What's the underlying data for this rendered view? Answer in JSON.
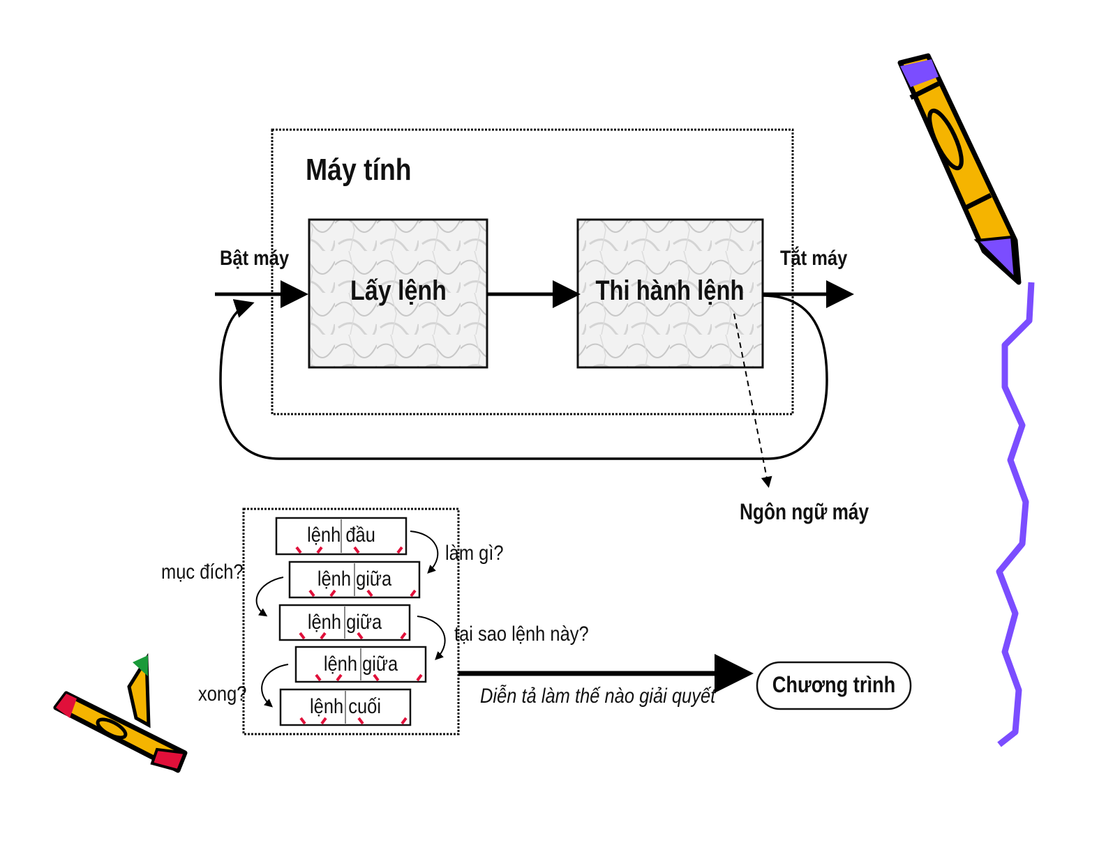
{
  "computer": {
    "title": "Máy tính",
    "fetch": "Lấy lệnh",
    "execute": "Thi hành lệnh",
    "power_on": "Bật máy",
    "power_off": "Tắt máy",
    "machine_language": "Ngôn ngữ máy"
  },
  "program": {
    "instructions": [
      "lệnh đầu",
      "lệnh giữa",
      "lệnh giữa",
      "lệnh giữa",
      "lệnh cuối"
    ],
    "questions": {
      "what": "làm gì?",
      "purpose": "mục đích?",
      "why": "tại sao lệnh này?",
      "done": "xong?"
    },
    "describe": "Diễn tả làm thế nào giải quyết",
    "result": "Chương trình"
  },
  "colors": {
    "pencil": "#f5b400",
    "accent": "#7b4dff",
    "marker": "#e0103a"
  }
}
